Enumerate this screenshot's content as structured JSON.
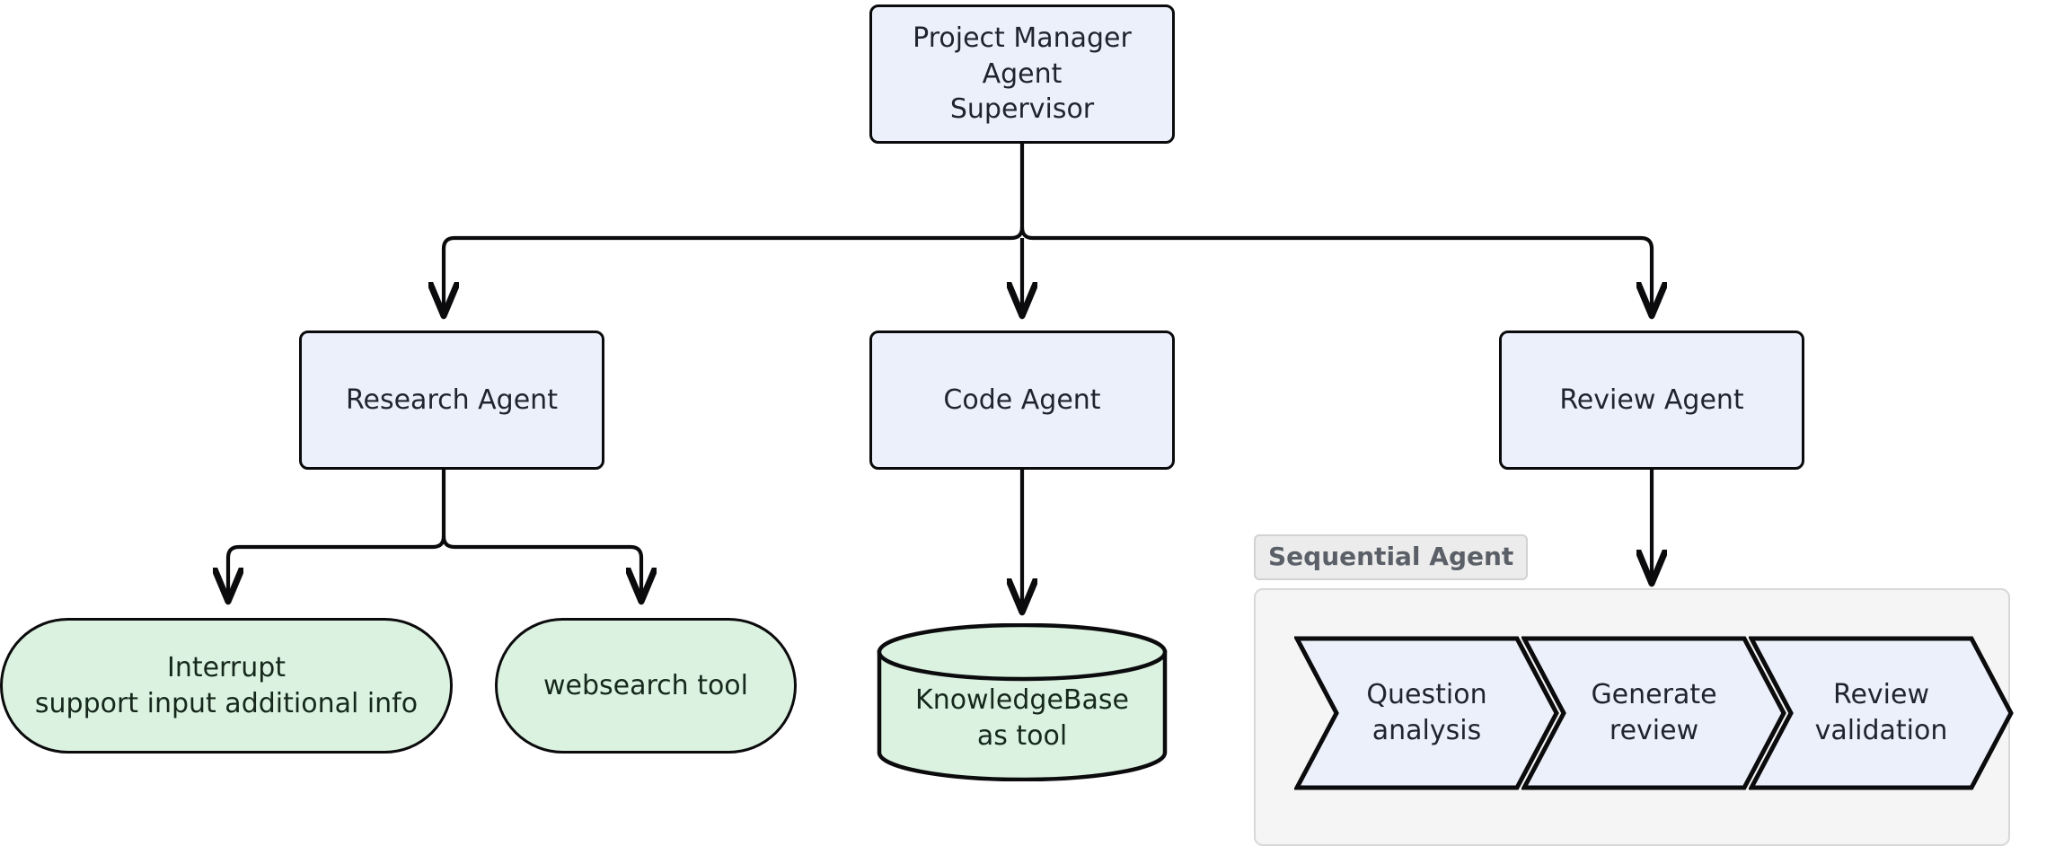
{
  "diagram": {
    "type": "flowchart",
    "direction": "top-down",
    "background": "#ffffff",
    "colors": {
      "agent_fill": "#ecf0fa",
      "tool_fill": "#dcf2e0",
      "node_stroke": "#0b0b0d",
      "subgraph_fill": "#f5f5f5",
      "subgraph_stroke": "#d8d8d8",
      "subgraph_label_fill": "#ececec",
      "subgraph_label_text": "#5b6068",
      "edge_stroke": "#0b0b0d",
      "text": "#1f2430"
    }
  },
  "nodes": {
    "supervisor": {
      "label": "Project Manager Agent\nSupervisor",
      "shape": "rounded-rect",
      "kind": "agent"
    },
    "research_agent": {
      "label": "Research Agent",
      "shape": "rounded-rect",
      "kind": "agent"
    },
    "code_agent": {
      "label": "Code Agent",
      "shape": "rounded-rect",
      "kind": "agent"
    },
    "review_agent": {
      "label": "Review Agent",
      "shape": "rounded-rect",
      "kind": "agent"
    },
    "interrupt": {
      "label": "Interrupt\nsupport input additional info",
      "shape": "stadium",
      "kind": "tool"
    },
    "websearch": {
      "label": "websearch tool",
      "shape": "stadium",
      "kind": "tool"
    },
    "knowledgebase": {
      "label": "KnowledgeBase\nas tool",
      "shape": "cylinder",
      "kind": "tool"
    }
  },
  "subgraph": {
    "label": "Sequential Agent",
    "steps": [
      {
        "label": "Question\nanalysis",
        "shape": "chevron"
      },
      {
        "label": "Generate\nreview",
        "shape": "chevron"
      },
      {
        "label": "Review\nvalidation",
        "shape": "chevron"
      }
    ]
  },
  "edges": [
    {
      "from": "supervisor",
      "to": "research_agent",
      "style": "orthogonal-arrow"
    },
    {
      "from": "supervisor",
      "to": "code_agent",
      "style": "orthogonal-arrow"
    },
    {
      "from": "supervisor",
      "to": "review_agent",
      "style": "orthogonal-arrow"
    },
    {
      "from": "research_agent",
      "to": "interrupt",
      "style": "orthogonal-arrow"
    },
    {
      "from": "research_agent",
      "to": "websearch",
      "style": "orthogonal-arrow"
    },
    {
      "from": "code_agent",
      "to": "knowledgebase",
      "style": "straight-arrow"
    },
    {
      "from": "review_agent",
      "to": "subgraph",
      "style": "straight-arrow"
    }
  ]
}
